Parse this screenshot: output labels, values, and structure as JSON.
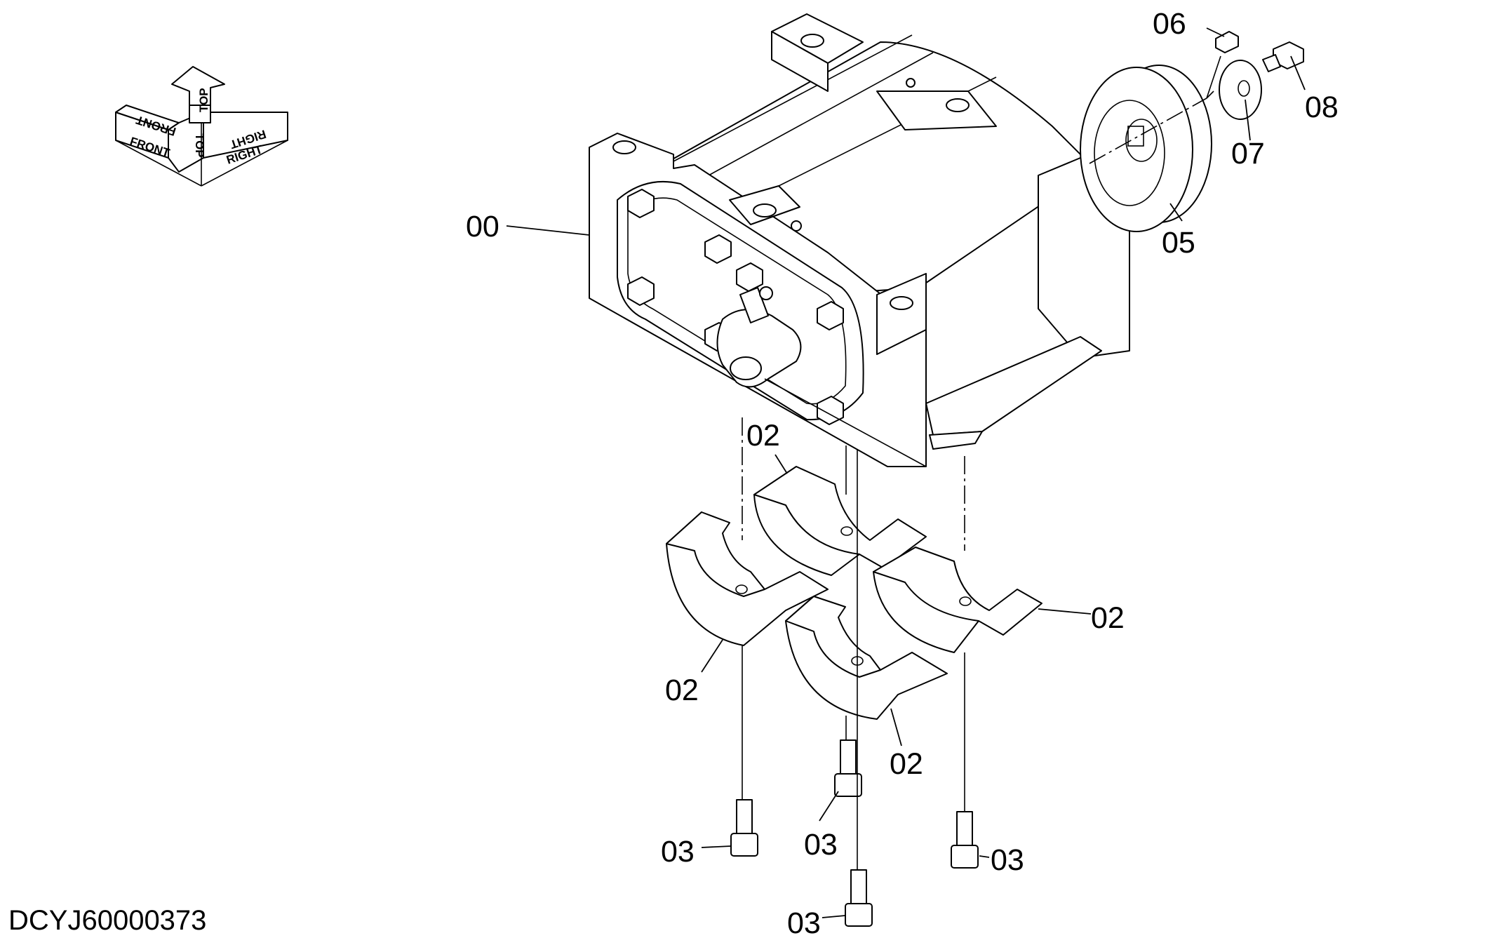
{
  "drawing_number": "DCYJ60000373",
  "orientation": {
    "front": "FRONT",
    "front_mirror": "FRONT",
    "top": "TOP",
    "top_mirror": "TOP",
    "right": "RIGHT",
    "right_mirror": "RIGHT"
  },
  "callouts": {
    "c00": "00",
    "c06": "06",
    "c07": "07",
    "c08": "08",
    "c05": "05",
    "c02_a": "02",
    "c02_b": "02",
    "c02_c": "02",
    "c02_d": "02",
    "c03_a": "03",
    "c03_b": "03",
    "c03_c": "03",
    "c03_d": "03"
  }
}
